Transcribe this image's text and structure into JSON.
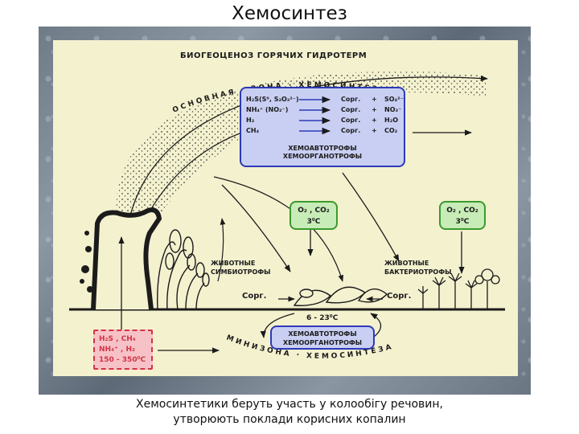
{
  "slide": {
    "title": "Хемосинтез",
    "caption_line1": "Хемосинтетики беруть участь у колообігу речовин,",
    "caption_line2": "утворюють поклади корисних копалин"
  },
  "diagram": {
    "heading": "БИОГЕОЦЕНОЗ   ГОРЯЧИХ   ГИДРОТЕРМ",
    "main_zone_arc": "ОСНОВНАЯ · ЗОНА · ХЕМОСИНТЕЗА",
    "mini_zone_arc": "МИНИЗОНА · ХЕМОСИНТЕЗА",
    "reactions": [
      {
        "source": "H₂S(S⁰, S₂O₃²⁻)",
        "product": "Cорг.",
        "plus": "+",
        "result": "SO₄²⁻"
      },
      {
        "source": "NH₄⁺ (NO₂⁻)",
        "product": "Cорг.",
        "plus": "+",
        "result": "NO₃⁻"
      },
      {
        "source": "H₂",
        "product": "Cорг.",
        "plus": "+",
        "result": "H₂O"
      },
      {
        "source": "CH₄",
        "product": "Cорг.",
        "plus": "+",
        "result": "CO₂"
      }
    ],
    "upper_box_line1": "ХЕМОАВТОТРОФЫ",
    "upper_box_line2": "ХЕМООРГАНОТРОФЫ",
    "green_left_line1": "O₂ , CO₂",
    "green_left_line2": "3⁰C",
    "green_right_line1": "O₂ , CO₂",
    "green_right_line2": "3⁰C",
    "symbiotrophs_line1": "ЖИВОТНЫЕ",
    "symbiotrophs_line2": "СИМБИОТРОФЫ",
    "bacteriotrophs_line1": "ЖИВОТНЫЕ",
    "bacteriotrophs_line2": "БАКТЕРИОТРОФЫ",
    "corg_left": "Cорг.",
    "corg_right": "Cорг.",
    "temp_mid": "6 - 23⁰C",
    "lower_box_line1": "ХЕМОАВТОТРОФЫ",
    "lower_box_line2": "ХЕМООРГАНОТРОФЫ",
    "red_line1": "H₂S , CH₄",
    "red_line2": "NH₄⁺ , H₂",
    "red_line3": "150 - 350⁰C"
  },
  "colors": {
    "diagram_bg": "#f4f1cf",
    "blue_box": "#c9cff3",
    "blue_border": "#2c39b8",
    "green_box": "#c8ecb7",
    "green_border": "#3a9a2e",
    "red_box": "#f6c2c8",
    "red_border": "#d43344"
  }
}
